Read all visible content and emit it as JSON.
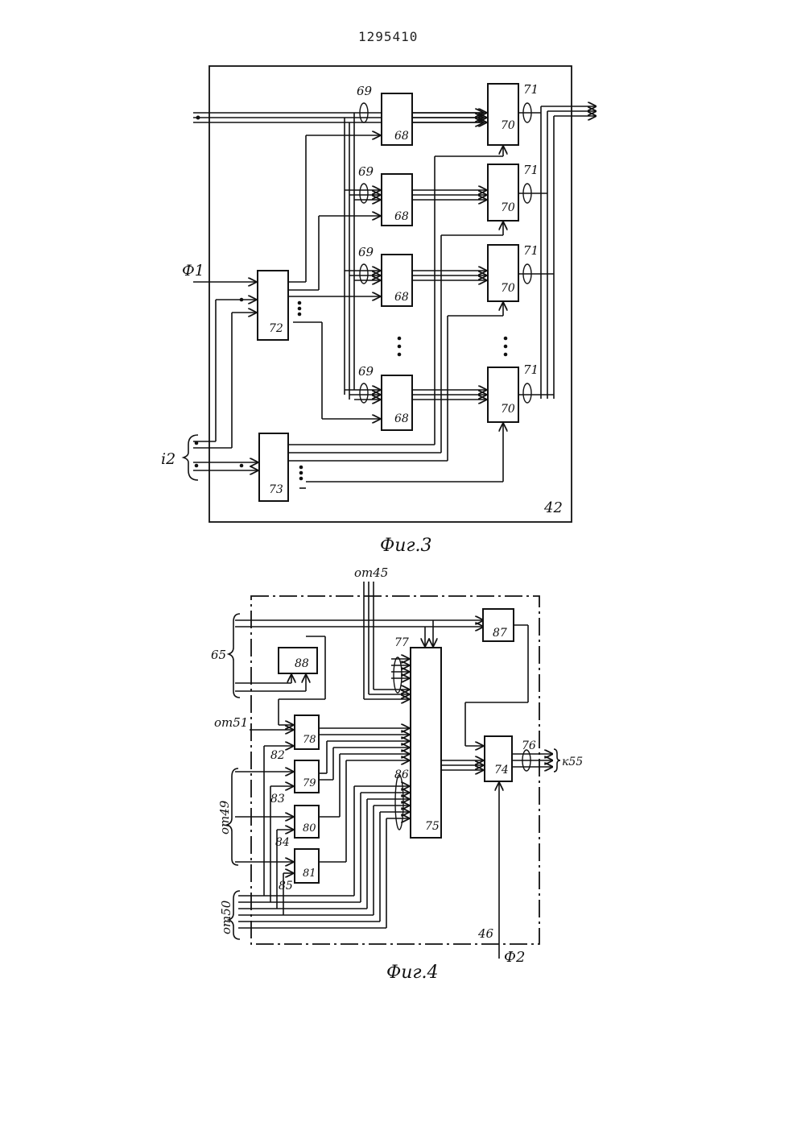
{
  "document": {
    "page_number": "1295410"
  },
  "fig3": {
    "caption": "Фиг.3",
    "module": "42",
    "signal": "Ф1",
    "input_bus": "i2",
    "decoder_72": "72",
    "decoder_73": "73",
    "block_68": "68",
    "block_70": "70",
    "bus_69": "69",
    "bus_71": "71"
  },
  "fig4": {
    "caption": "Фиг.4",
    "module": "46",
    "signal": "Ф2",
    "from_45": "от45",
    "from_51": "от51",
    "from_49": "от49",
    "from_50": "от50",
    "to_55": "к55",
    "label_65": "65",
    "block_74": "74",
    "block_75": "75",
    "bus_76": "76",
    "bus_77": "77",
    "block_78": "78",
    "block_79": "79",
    "block_80": "80",
    "block_81": "81",
    "wire_82": "82",
    "wire_83": "83",
    "wire_84": "84",
    "wire_85": "85",
    "bus_86": "86",
    "block_87": "87",
    "block_88": "88"
  }
}
